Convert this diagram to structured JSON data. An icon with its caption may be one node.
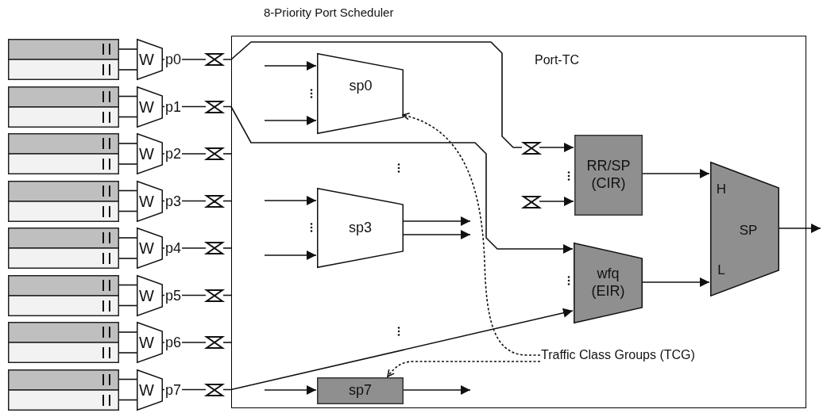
{
  "diagram": {
    "title": "8-Priority Port Scheduler",
    "nodes": [
      {
        "text": [
          "Port-TC"
        ]
      },
      {
        "text": [],
        "shape": "box"
      },
      {
        "text": [
          "W"
        ],
        "beside": [
          "p0"
        ]
      },
      {
        "text": [],
        "shape": "bowtie"
      },
      {
        "text": [],
        "shape": "box"
      },
      {
        "text": [
          "W"
        ],
        "beside": [
          "p1"
        ]
      },
      {
        "text": [],
        "shape": "bowtie"
      },
      {
        "text": [],
        "shape": "box"
      },
      {
        "text": [
          "W"
        ],
        "beside": [
          "p2"
        ]
      },
      {
        "text": [],
        "shape": "bowtie"
      },
      {
        "text": [],
        "shape": "box"
      },
      {
        "text": [
          "W"
        ],
        "beside": [
          "p3"
        ]
      },
      {
        "text": [],
        "shape": "bowtie"
      },
      {
        "text": [],
        "shape": "box"
      },
      {
        "text": [
          "W"
        ],
        "beside": [
          "p4"
        ]
      },
      {
        "text": [],
        "shape": "bowtie"
      },
      {
        "text": [],
        "shape": "box"
      },
      {
        "text": [
          "W"
        ],
        "beside": [
          "p5"
        ]
      },
      {
        "text": [],
        "shape": "bowtie"
      },
      {
        "text": [],
        "shape": "box"
      },
      {
        "text": [
          "W"
        ],
        "beside": [
          "p6"
        ]
      },
      {
        "text": [],
        "shape": "bowtie"
      },
      {
        "text": [],
        "shape": "box"
      },
      {
        "text": [
          "W"
        ],
        "beside": [
          "p7"
        ]
      },
      {
        "text": [],
        "shape": "bowtie"
      },
      {
        "text": [
          "sp0"
        ],
        "in": 0
      },
      {
        "text": [
          "sp3"
        ],
        "in": 0
      },
      {
        "text": [
          "sp7"
        ],
        "in": 0
      },
      {
        "text": [],
        "shape": "bowtie",
        "in": 0
      },
      {
        "text": [],
        "shape": "bowtie",
        "in": 0
      },
      {
        "text": [
          "RR/SP (CIR)"
        ],
        "in": 0
      },
      {
        "text": [
          "wfq (EIR)"
        ],
        "in": 0
      },
      {
        "text": [
          "H",
          "SP",
          "L"
        ],
        "in": 0
      },
      {
        "text": [
          "Traffic Class Groups (TCG)"
        ],
        "in": 0
      }
    ],
    "edges": [
      {
        "from": 1,
        "to": 2,
        "arrow": "none"
      },
      {
        "from": 1,
        "to": 2,
        "arrow": "none"
      },
      {
        "from": 2,
        "to": 3,
        "arrow": "none"
      },
      {
        "from": 4,
        "to": 5,
        "arrow": "none"
      },
      {
        "from": 4,
        "to": 5,
        "arrow": "none"
      },
      {
        "from": 5,
        "to": 6,
        "arrow": "none"
      },
      {
        "from": 7,
        "to": 8,
        "arrow": "none"
      },
      {
        "from": 7,
        "to": 8,
        "arrow": "none"
      },
      {
        "from": 8,
        "to": 9,
        "arrow": "none"
      },
      {
        "from": 10,
        "to": 11,
        "arrow": "none"
      },
      {
        "from": 10,
        "to": 11,
        "arrow": "none"
      },
      {
        "from": 11,
        "to": 12,
        "arrow": "none"
      },
      {
        "from": 13,
        "to": 14,
        "arrow": "none"
      },
      {
        "from": 13,
        "to": 14,
        "arrow": "none"
      },
      {
        "from": 14,
        "to": 15,
        "arrow": "none"
      },
      {
        "from": 16,
        "to": 17,
        "arrow": "none"
      },
      {
        "from": 16,
        "to": 17,
        "arrow": "none"
      },
      {
        "from": 17,
        "to": 18,
        "arrow": "none"
      },
      {
        "from": 19,
        "to": 20,
        "arrow": "none"
      },
      {
        "from": 19,
        "to": 20,
        "arrow": "none"
      },
      {
        "from": 20,
        "to": 21,
        "arrow": "none"
      },
      {
        "from": 22,
        "to": 23,
        "arrow": "none"
      },
      {
        "from": 22,
        "to": 23,
        "arrow": "none"
      },
      {
        "from": 23,
        "to": 24,
        "arrow": "none"
      },
      {
        "from": 3,
        "to": 28,
        "arrow": "none"
      },
      {
        "from": 6,
        "to": 31,
        "arrow": "to"
      },
      {
        "from": 9,
        "to": 0,
        "arrow": "none"
      },
      {
        "from": 12,
        "to": 0,
        "arrow": "none"
      },
      {
        "from": 15,
        "to": 0,
        "arrow": "none"
      },
      {
        "from": 18,
        "to": 0,
        "arrow": "none"
      },
      {
        "from": 21,
        "to": 0,
        "arrow": "none"
      },
      {
        "from": 24,
        "to": 31,
        "arrow": "to"
      },
      {
        "from": null,
        "to": 25,
        "arrow": "to"
      },
      {
        "from": null,
        "to": 25,
        "arrow": "to"
      },
      {
        "from": null,
        "to": 26,
        "arrow": "to"
      },
      {
        "from": null,
        "to": 26,
        "arrow": "to"
      },
      {
        "from": 26,
        "to": null,
        "arrow": "to"
      },
      {
        "from": 26,
        "to": null,
        "arrow": "to"
      },
      {
        "from": null,
        "to": 27,
        "arrow": "to"
      },
      {
        "from": 27,
        "to": null,
        "arrow": "to"
      },
      {
        "from": 28,
        "to": 30,
        "arrow": "to"
      },
      {
        "from": 29,
        "to": 30,
        "arrow": "to"
      },
      {
        "from": 30,
        "to": 32,
        "arrow": "to"
      },
      {
        "from": 31,
        "to": 32,
        "arrow": "to"
      },
      {
        "from": 32,
        "to": null,
        "arrow": "to"
      },
      {
        "from": 33,
        "to": 25,
        "arrow": "to",
        "style": "dashed"
      },
      {
        "from": 33,
        "to": 27,
        "arrow": "to",
        "style": "dashed"
      }
    ]
  }
}
